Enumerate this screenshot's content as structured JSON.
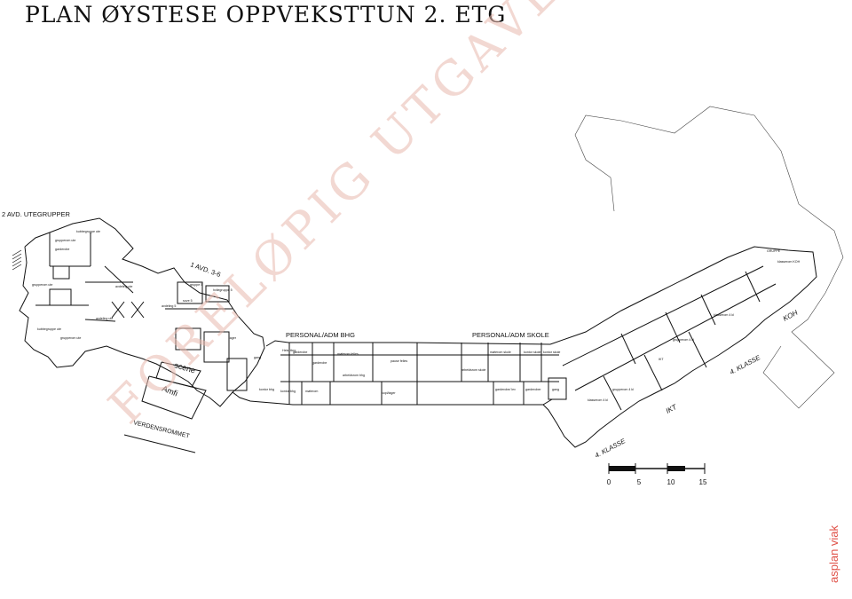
{
  "title": "PLAN ØYSTESE OPPVEKSTTUN 2. ETG",
  "watermark": "FORELØPIG UTGAVE",
  "brand": "asplan viak",
  "zones": {
    "utegrupper": "2 AVD. UTEGRUPPER",
    "avd_3_6": "1 AVD. 3-6",
    "personal_bhg": "PERSONAL/ADM BHG",
    "personal_skole": "PERSONAL/ADM SKOLE",
    "klasse_4_upper": "4. KLASSE",
    "klasse_4_lower": "4. KLASSE",
    "ikt": "IKT",
    "koh": "KOH",
    "verdensrommet": "VERDENSROMMET",
    "scene": "scene",
    "amfi": "Amfi"
  },
  "rooms": {
    "grupperom_ute_1": "grupperom ute",
    "grupperom_ute_2": "grupperom ute",
    "grupperom_ute_3": "grupperom ute",
    "kubbegruppe_1": "kubbegruppe ute",
    "kubbegruppe_2": "kubbegruppe ute",
    "avdeling_1": "avdeling ute",
    "avdeling_2": "avdeling ute",
    "avdeling_3": "avdeling 5",
    "garderobe_1": "garderobe",
    "garderobe_2": "garderobe",
    "garderobe_3": "garderobe",
    "gruppe_5": "gruppe 5",
    "hvilerom": "hvilegruppe 5",
    "sove": "sove 5",
    "gang_1": "gang",
    "gang_2": "gang",
    "heist": "Heist tbrg",
    "kontor_1": "kontor bhg",
    "kontor_2": "kontor bhg",
    "moterom_felles": "møterom felles",
    "moterom": "møterom",
    "arbeidsrom_bhg": "arbeidsrom bhg",
    "pause_felles": "pause felles",
    "kopi": "kopi/lager",
    "arbeidsrom_skole": "arbeidsrom skole",
    "moterom_skole": "møterom skole",
    "kontor_skole_1": "kontor skole",
    "kontor_skole_2": "kontor skole",
    "garderobe_lev": "garderobe/ lev",
    "garderober": "garderober",
    "klasserom_1": "klasserom 4 kl",
    "klasserom_2": "klasserom 4 kl",
    "klasserom_koh": "klasserom KOH",
    "grupperom_1": "grupperom 4 kl",
    "grupperom_2": "grupperom 4 kl",
    "ikt": "IKT",
    "grupper": "GRUPPE",
    "lager": "lager"
  },
  "scale": {
    "ticks": [
      "0",
      "5",
      "10",
      "15"
    ]
  },
  "colors": {
    "line": "#111111",
    "watermark": "#e9b9ae",
    "brand": "#e0534a"
  }
}
